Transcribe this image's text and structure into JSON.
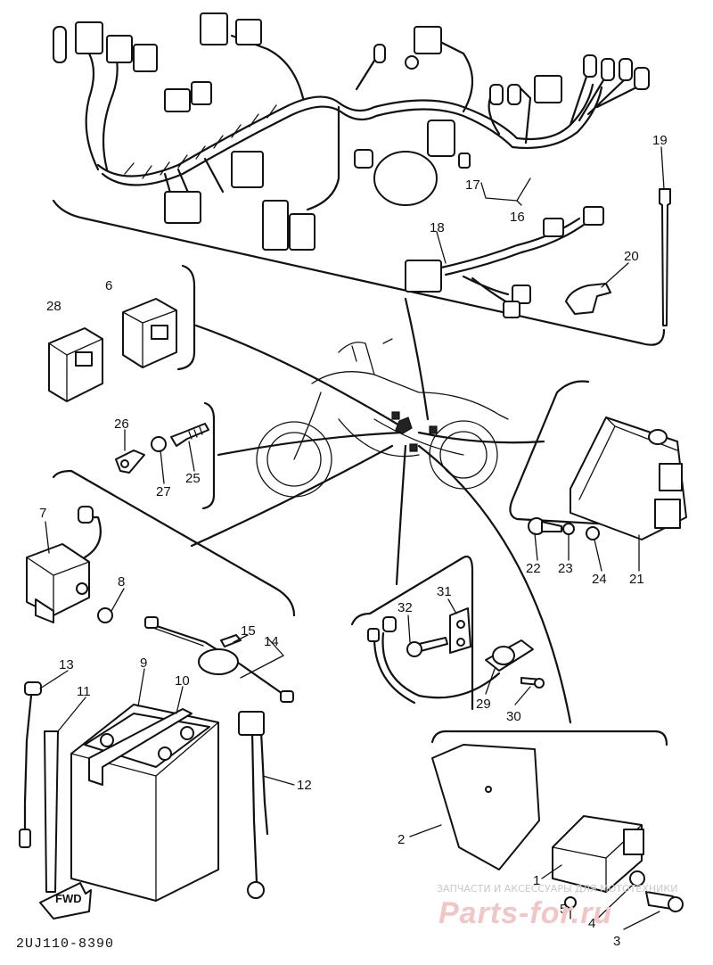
{
  "diagram": {
    "code": "2UJ110-8390",
    "direction_label": "FWD",
    "watermark": {
      "line1": "ЗАПЧАСТИ И АКСЕССУАРЫ ДЛЯ МОТОТЕХНИКИ",
      "line2": "Parts-for.ru"
    },
    "callouts": [
      "1",
      "2",
      "3",
      "4",
      "5",
      "6",
      "7",
      "8",
      "9",
      "10",
      "11",
      "12",
      "13",
      "14",
      "15",
      "16",
      "17",
      "18",
      "19",
      "20",
      "21",
      "22",
      "23",
      "24",
      "25",
      "26",
      "27",
      "28",
      "29",
      "30",
      "31",
      "32"
    ],
    "colors": {
      "ink": "#111111",
      "paper": "#ffffff",
      "watermark": "#f3c6c6"
    }
  }
}
